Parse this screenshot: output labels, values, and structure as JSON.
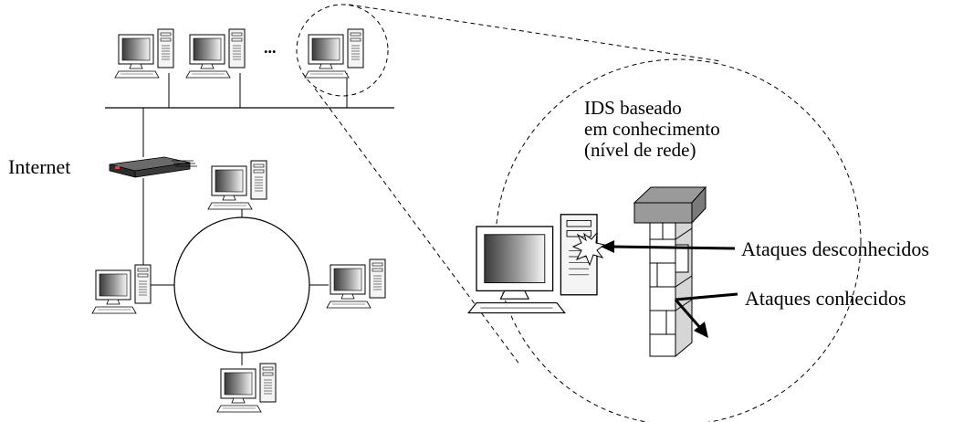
{
  "labels": {
    "internet": "Internet",
    "ellipsis": "...",
    "ids_title": "IDS baseado\nem conhecimento\n(nível de rede)",
    "unknown_attacks": "Ataques desconhecidos",
    "known_attacks": "Ataques conhecidos"
  },
  "colors": {
    "line": "#000000",
    "screen_dark": "#4a4a4a",
    "screen_light": "#f2f2f2",
    "case": "#f4f4f4",
    "wall_cap": "#9a9a9a",
    "brick": "#ffffff",
    "router": "#3a3a3a",
    "router_light": "#e23b3b"
  },
  "icons": {
    "computer": "desktop-computer-icon",
    "router": "router-icon",
    "firewall": "brick-wall-firewall-icon",
    "alert": "alert-burst-icon"
  }
}
